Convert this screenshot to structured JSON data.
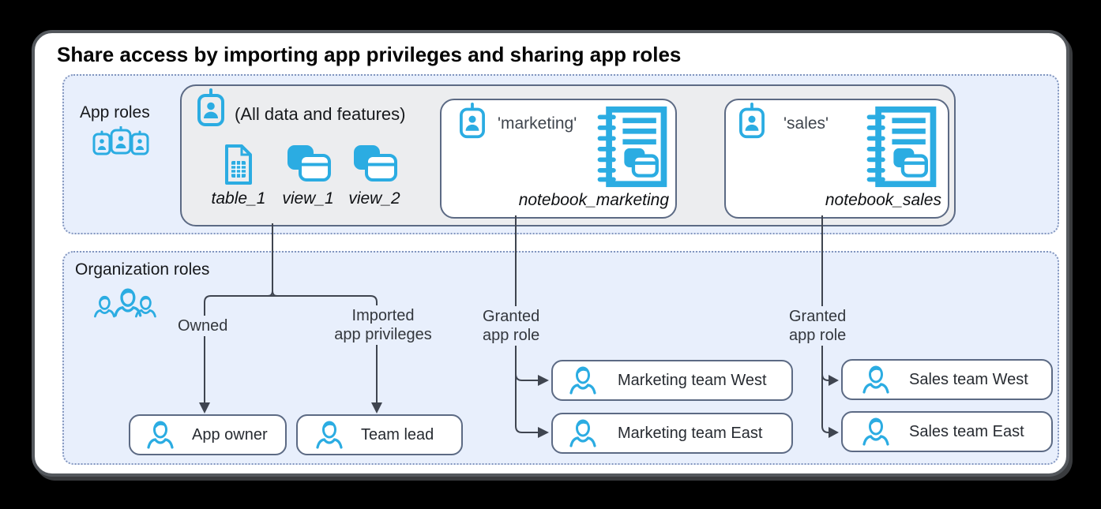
{
  "title": "Share access by importing app privileges and sharing app roles",
  "colors": {
    "accent": "#2BACE2",
    "section_background": "#E8EFFC",
    "section_dotted_border": "#8396BF",
    "privileges_box_background": "#ECEDEF",
    "box_border": "#5C6A84",
    "connector_line": "#3F4550"
  },
  "icons": {
    "id-badge-icon": "badge with person",
    "badge-group-icon": "three id badges",
    "table-icon": "spreadsheet document",
    "view-icon": "stacked cards",
    "notebook-icon": "spiral notebook with lines and cards",
    "person-icon": "person outline",
    "people-group-icon": "three people outlines"
  },
  "app_roles": {
    "label": "App roles",
    "privileges_box": {
      "caption": "(All data and features)",
      "items": [
        {
          "icon": "table-icon",
          "label": "table_1"
        },
        {
          "icon": "view-icon",
          "label": "view_1"
        },
        {
          "icon": "view-icon",
          "label": "view_2"
        }
      ]
    },
    "role_boxes": [
      {
        "icon": "id-badge-icon",
        "role": "'marketing'",
        "artifact_icon": "notebook-icon",
        "artifact": "notebook_marketing"
      },
      {
        "icon": "id-badge-icon",
        "role": "'sales'",
        "artifact_icon": "notebook-icon",
        "artifact": "notebook_sales"
      }
    ]
  },
  "org_roles": {
    "label": "Organization roles",
    "edge_labels": {
      "owned": "Owned",
      "imported": "Imported\napp privileges",
      "granted_marketing": "Granted\napp role",
      "granted_sales": "Granted\napp role"
    },
    "boxes": [
      {
        "label": "App owner"
      },
      {
        "label": "Team lead"
      },
      {
        "label": "Marketing team West"
      },
      {
        "label": "Marketing team East"
      },
      {
        "label": "Sales team West"
      },
      {
        "label": "Sales team East"
      }
    ]
  }
}
